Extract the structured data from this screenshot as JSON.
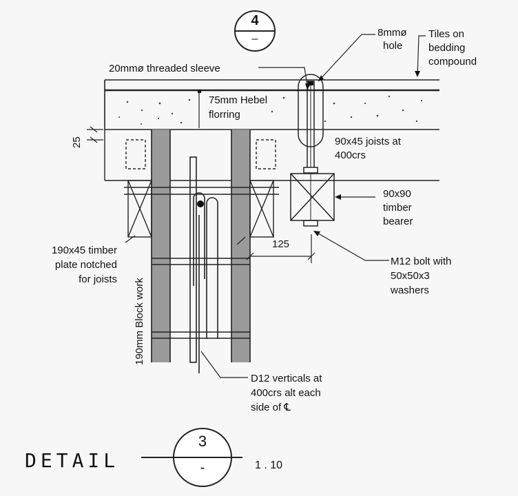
{
  "detail": {
    "word": "DETAIL",
    "number": "3",
    "sheet": "-",
    "scale": "1 . 10"
  },
  "section_marker": {
    "number": "4",
    "sheet": "–"
  },
  "annotations": {
    "threaded_sleeve": "20mmø threaded sleeve",
    "hole": [
      "8mmø",
      "hole"
    ],
    "tiles": [
      "Tiles on",
      "bedding",
      "compound"
    ],
    "hebel": [
      "75mm Hebel",
      "florring"
    ],
    "dim_25": "25",
    "joists": [
      "90x45 joists at",
      "400crs"
    ],
    "bearer": [
      "90x90",
      "timber",
      "bearer"
    ],
    "dim_125": "125",
    "plate": [
      "190x45 timber",
      "plate notched",
      "for joists"
    ],
    "blockwork": "190mm Block work",
    "bolt": [
      "M12 bolt with",
      "50x50x3",
      "washers"
    ],
    "verticals": [
      "D12 verticals at",
      "400crs alt each",
      "side of ℄"
    ]
  }
}
